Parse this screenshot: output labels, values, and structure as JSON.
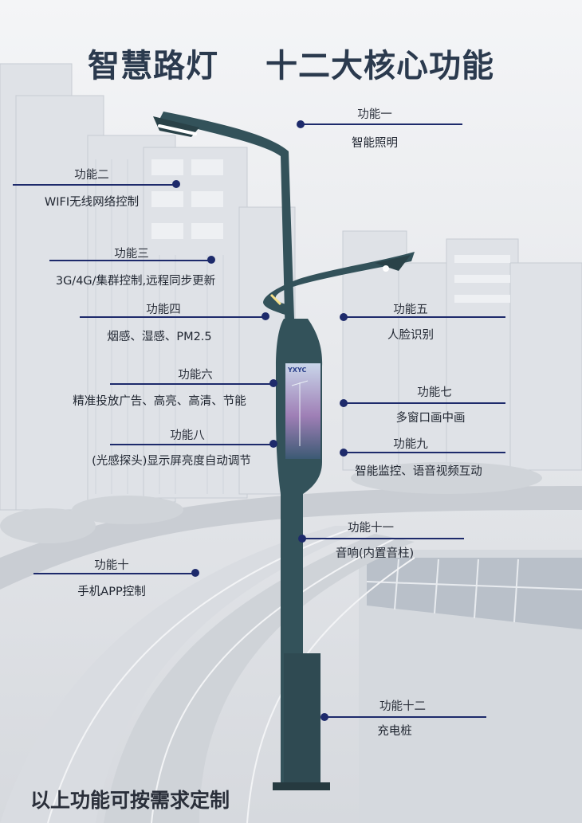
{
  "title": {
    "part1": "智慧路灯",
    "part2": "十二大核心功能"
  },
  "screen_logo": "YXYC",
  "features": [
    {
      "id": "f1",
      "label": "功能一",
      "desc": "智能照明"
    },
    {
      "id": "f2",
      "label": "功能二",
      "desc": "WIFI无线网络控制"
    },
    {
      "id": "f3",
      "label": "功能三",
      "desc": "3G/4G/集群控制,远程同步更新"
    },
    {
      "id": "f4",
      "label": "功能四",
      "desc": "烟感、湿感、PM2.5"
    },
    {
      "id": "f5",
      "label": "功能五",
      "desc": "人脸识别"
    },
    {
      "id": "f6",
      "label": "功能六",
      "desc": "精准投放广告、高亮、高清、节能"
    },
    {
      "id": "f7",
      "label": "功能七",
      "desc": "多窗口画中画"
    },
    {
      "id": "f8",
      "label": "功能八",
      "desc": "(光感探头)显示屏亮度自动调节"
    },
    {
      "id": "f9",
      "label": "功能九",
      "desc": "智能监控、语音视频互动"
    },
    {
      "id": "f11",
      "label": "功能十一",
      "desc": "音响(内置音柱)"
    },
    {
      "id": "f10",
      "label": "功能十",
      "desc": "手机APP控制"
    },
    {
      "id": "f12",
      "label": "功能十二",
      "desc": "充电桩"
    }
  ],
  "footer": "以上功能可按需求定制",
  "colors": {
    "accent": "#1d2a6b",
    "pole": "#33525a",
    "text": "#2a2f3a"
  }
}
